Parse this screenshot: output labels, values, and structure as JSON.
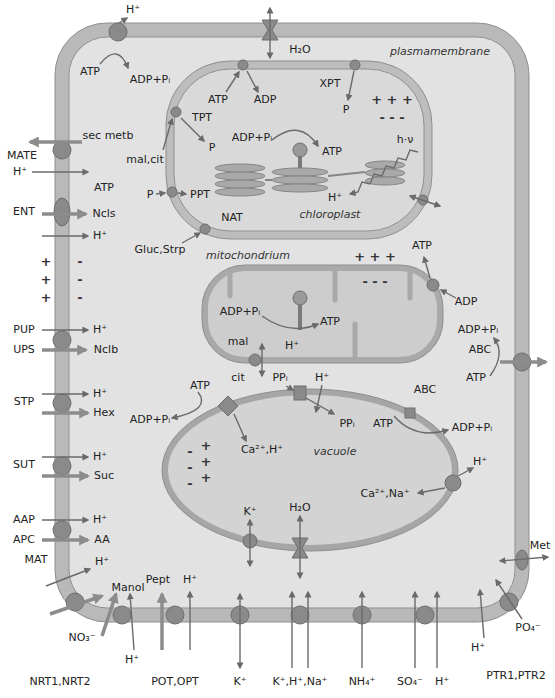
{
  "diagram": {
    "nodes": [
      {
        "text": [
          "plasmamembrane"
        ]
      },
      {
        "text": [
          "chloroplast"
        ],
        "in": 0
      },
      {
        "text": [
          "mitochondrium"
        ],
        "in": 0
      },
      {
        "text": [
          "vacuole"
        ],
        "in": 0
      }
    ],
    "labels": [
      "H⁺",
      "ATP",
      "ADP+Pᵢ",
      "H₂O",
      "ATP",
      "ADP",
      "XPT",
      "P",
      "+ + +",
      "- - -",
      "h·ν",
      "TPT",
      "P",
      "mal,cit",
      "ADP+Pᵢ",
      "ATP",
      "P",
      "PPT",
      "H⁺",
      "NAT",
      "Gluc,Strp",
      "+ + +",
      "- - -",
      "ATP",
      "ADP",
      "ADP+Pᵢ",
      "ATP",
      "H⁺",
      "mal",
      "cit",
      "ADP+Pᵢ",
      "ABC",
      "ATP",
      "PPᵢ",
      "H⁺",
      "PPᵢ",
      "ATP",
      "ABC",
      "ADP+Pᵢ",
      "ATP",
      "ADP+Pᵢ",
      "Ca²⁺,H⁺",
      "-",
      "+",
      "-",
      "+",
      "-",
      "+",
      "K⁺",
      "H₂O",
      "Ca²⁺,Na⁺",
      "H⁺",
      "Met",
      "PO₄⁻",
      "H⁺",
      "PTR1,PTR2",
      "SO₄⁻",
      "H⁺",
      "NH₄⁺",
      "K⁺,H⁺,Na⁺",
      "K⁺",
      "Pept",
      "H⁺",
      "POT,OPT",
      "NO₃⁻",
      "H⁺",
      "NRT1,NRT2",
      "MAT",
      "H⁺",
      "Manol",
      "MATE",
      "H⁺",
      "sec metb",
      "ATP",
      "ENT",
      "Ncls",
      "H⁺",
      "+",
      "-",
      "+",
      "-",
      "+",
      "-",
      "PUP",
      "H⁺",
      "UPS",
      "Nclb",
      "STP",
      "H⁺",
      "Hex",
      "SUT",
      "H⁺",
      "Suc",
      "AAP",
      "H⁺",
      "APC",
      "AA"
    ]
  }
}
